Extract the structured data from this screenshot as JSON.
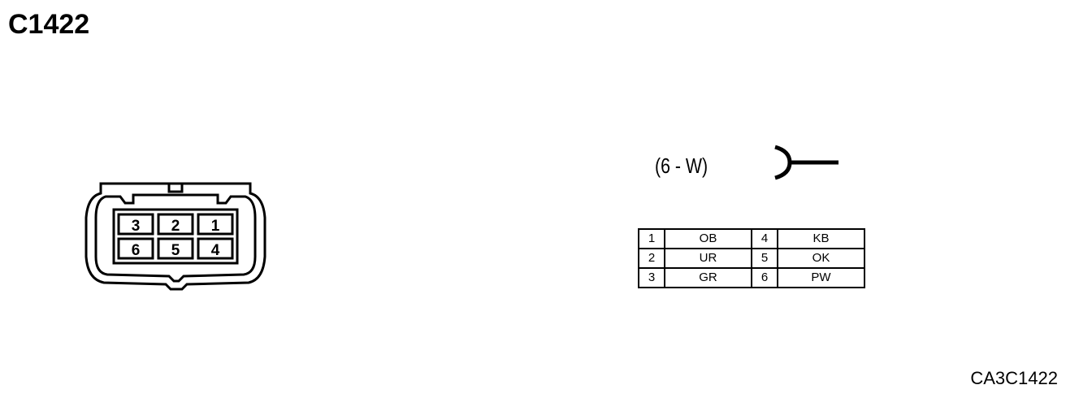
{
  "diagram": {
    "title": "C1422",
    "connector_spec": "(6 - W)",
    "image_code": "CA3C1422",
    "face_pins": {
      "top_row": [
        "3",
        "2",
        "1"
      ],
      "bottom_row": [
        "6",
        "5",
        "4"
      ]
    },
    "pinout": [
      {
        "left_pin": "1",
        "left_color": "OB",
        "right_pin": "4",
        "right_color": "KB"
      },
      {
        "left_pin": "2",
        "left_color": "UR",
        "right_pin": "5",
        "right_color": "OK"
      },
      {
        "left_pin": "3",
        "left_color": "GR",
        "right_pin": "6",
        "right_color": "PW"
      }
    ],
    "symbol_icon": "female-terminal-icon"
  }
}
